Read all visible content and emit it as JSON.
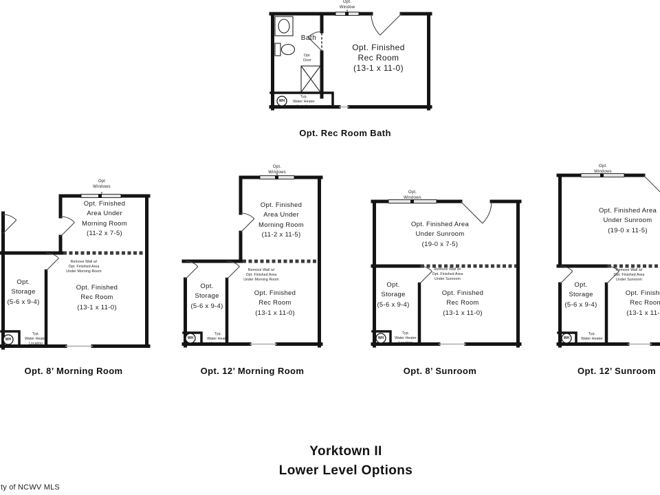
{
  "watermark": "ty of NCWV MLS",
  "title": {
    "line1": "Yorktown II",
    "line2": "Lower Level Options"
  },
  "colors": {
    "wall": "#141414",
    "background": "#ffffff"
  },
  "common": {
    "wh": "WH",
    "water_heater": "Typ.\nWater Heater\nLocation",
    "storage": "Opt.\nStorage\n(5-6 x 9-4)",
    "rec_room": "Opt. Finished\nRec Room\n(13-1 x 11-0)",
    "windows": "Opt.\nWindows"
  },
  "plans": {
    "rec_bath": {
      "caption": "Opt. Rec Room Bath",
      "window": "Opt.\nWindow",
      "bath": "Bath",
      "opt_door": "Opt.\nDoor"
    },
    "morning8": {
      "caption": "Opt. 8’ Morning Room",
      "windows": "Opt\nWindows",
      "upper_room": "Opt. Finished\nArea Under\nMorning Room\n(11-2 x 7-5)",
      "remove_wall": "Remove Wall w/\nOpt. Finished Area\nUnder Morning Room"
    },
    "morning12": {
      "caption": "Opt. 12’ Morning Room",
      "upper_room": "Opt. Finished\nArea Under\nMorning Room\n(11-2 x 11-5)",
      "remove_wall": "Remove Wall w/\nOpt. Finished Area\nUnder Morning Room"
    },
    "sunroom8": {
      "caption": "Opt. 8’ Sunroom",
      "upper_room": "Opt. Finished Area\nUnder Sunroom\n(19-0 x 7-5)",
      "remove_wall": "Remove Wall w/\nOpt. Finished Area\nUnder Sunroom"
    },
    "sunroom12": {
      "caption": "Opt. 12’ Sunroom",
      "upper_room": "Opt. Finished Area\nUnder Sunroom\n(19-0 x 11-5)",
      "remove_wall": "Remove Wall w/\nOpt. Finished Area\nUnder Sunroom"
    }
  }
}
